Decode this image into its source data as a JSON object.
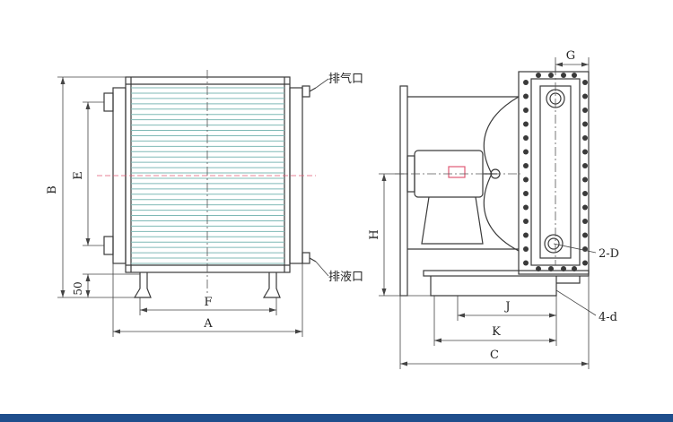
{
  "labels": {
    "exhaust_port": "排气口",
    "drain_port": "排液口",
    "dim_A": "A",
    "dim_B": "B",
    "dim_C": "C",
    "dim_E": "E",
    "dim_F": "F",
    "dim_G": "G",
    "dim_H": "H",
    "dim_J": "J",
    "dim_K": "K",
    "dim_50": "50",
    "flange_holes": "2-D",
    "mount_holes": "4-d"
  },
  "colors": {
    "line": "#3a3a3a",
    "fin": "#7fb9b6",
    "accent": "#e05a74",
    "bar": "#1f4e8c"
  },
  "fin_count": 34
}
